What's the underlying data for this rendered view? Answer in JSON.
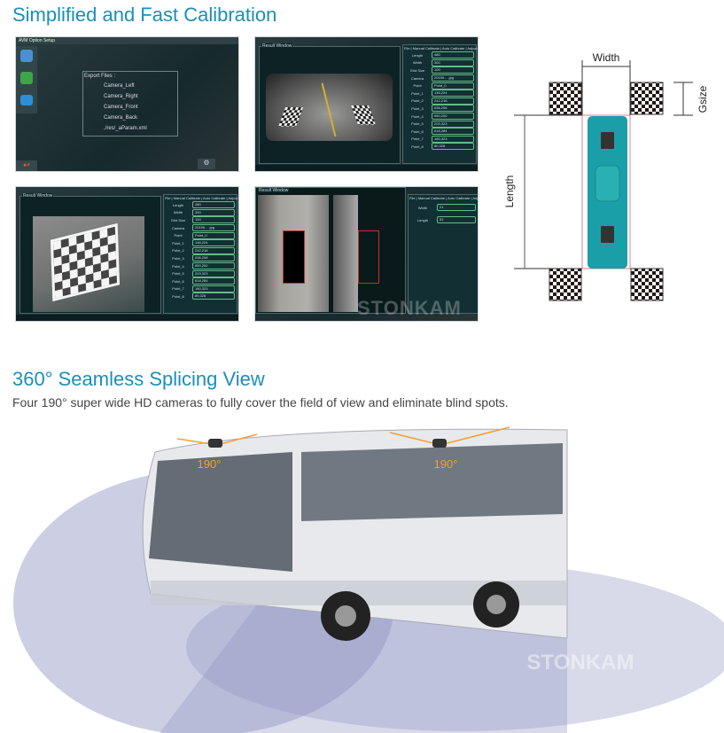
{
  "section1": {
    "title": "Simplified and Fast Calibration"
  },
  "shot1": {
    "title": "AVM Option Setup",
    "heading": "Export Files :",
    "files": [
      "Camera_Left",
      "Camera_Right",
      "Camera_Front",
      "Camera_Back",
      "./res/_aParam.xml"
    ]
  },
  "shot2": {
    "window": "Result Window",
    "tabs": "File | Manual Calibrate | Auto Calibrate | Adjust",
    "fields": [
      {
        "label": "Length",
        "value": "480"
      },
      {
        "label": "Width",
        "value": "300"
      },
      {
        "label": "Grid Size",
        "value": "100"
      },
      {
        "label": "Camera",
        "value": "20190... .jpg"
      },
      {
        "label": "Point",
        "value": "Point_0"
      },
      {
        "label": "Point_1",
        "value": "146,224"
      },
      {
        "label": "Point_2",
        "value": "242,218"
      },
      {
        "label": "Point_3",
        "value": "636,208"
      },
      {
        "label": "Point_4",
        "value": "650,200"
      },
      {
        "label": "Point_5",
        "value": "203,323"
      },
      {
        "label": "Point_6",
        "value": "618,284"
      },
      {
        "label": "Point_7",
        "value": "180,323"
      },
      {
        "label": "Point_8",
        "value": "80,326"
      }
    ]
  },
  "shot3": {
    "window": "Result Window",
    "tabs": "File | Manual Calibrate | Auto Calibrate | Adjust"
  },
  "shot4": {
    "window": "Result Window",
    "tabs": "File | Manual Calibrate | Auto Calibrate | Adjust",
    "fields": [
      {
        "label": "Width",
        "value": "21"
      },
      {
        "label": "Length",
        "value": "51"
      }
    ]
  },
  "diagram": {
    "width_label": "Width",
    "length_label": "Length",
    "gsize_label": "Gsize",
    "vehicle_color": "#1a9fa8"
  },
  "section2": {
    "title": "360° Seamless Splicing View",
    "subtitle": "Four 190° super wide HD cameras to fully cover the field of view and eliminate blind spots.",
    "angle_front": "190°",
    "angle_rear": "190°"
  },
  "watermark": "STONKAM",
  "colors": {
    "heading": "#1b8fb8",
    "coverage": "#8f94c4",
    "angle_lines": "#f0a030"
  }
}
